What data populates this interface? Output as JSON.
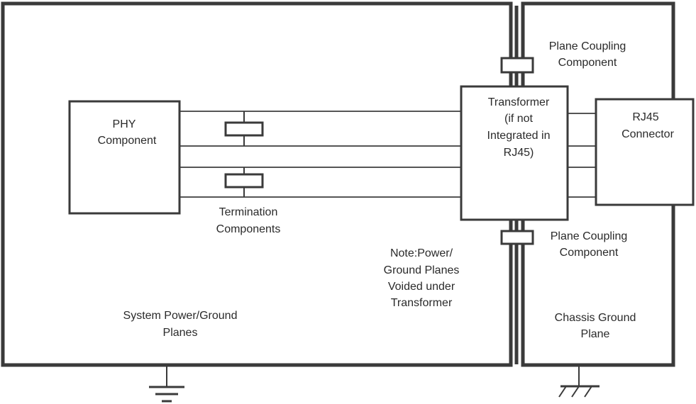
{
  "labels": {
    "phy_line1": "PHY",
    "phy_line2": "Component",
    "transformer_line1": "Transformer",
    "transformer_line2": "(if not",
    "transformer_line3": "Integrated in",
    "transformer_line4": "RJ45)",
    "rj45_line1": "RJ45",
    "rj45_line2": "Connector",
    "plane_coupling_top_line1": "Plane Coupling",
    "plane_coupling_top_line2": "Component",
    "plane_coupling_bottom_line1": "Plane Coupling",
    "plane_coupling_bottom_line2": "Component",
    "termination_line1": "Termination",
    "termination_line2": "Components",
    "note_line1": "Note:Power/",
    "note_line2": "Ground Planes",
    "note_line3": "Voided under",
    "note_line4": "Transformer",
    "system_plane_line1": "System Power/Ground",
    "system_plane_line2": "Planes",
    "chassis_plane_line1": "Chassis Ground",
    "chassis_plane_line2": "Plane"
  },
  "colors": {
    "stroke": "#3a3a3a",
    "text": "#2a2a2a",
    "background": "#ffffff"
  }
}
